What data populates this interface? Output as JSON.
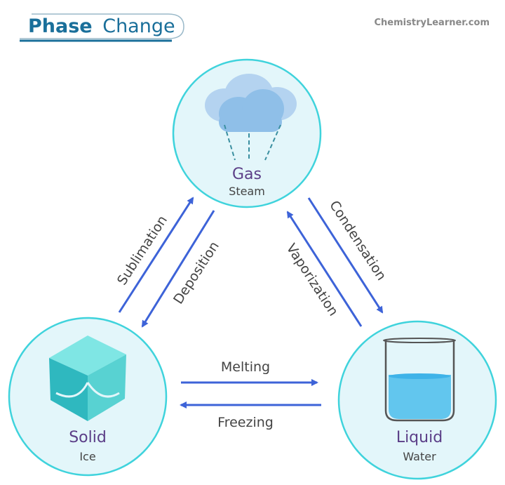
{
  "title": {
    "bold": "Phase",
    "light": "Change"
  },
  "site": "ChemistryLearner.com",
  "states": {
    "gas": {
      "name": "Gas",
      "example": "Steam"
    },
    "solid": {
      "name": "Solid",
      "example": "Ice"
    },
    "liquid": {
      "name": "Liquid",
      "example": "Water"
    }
  },
  "transitions": {
    "sublimation": "Sublimation",
    "deposition": "Deposition",
    "condensation": "Condensation",
    "vaporization": "Vaporization",
    "melting": "Melting",
    "freezing": "Freezing"
  },
  "colors": {
    "circle_fill": "#e3f6fa",
    "circle_stroke": "#3fd3dc",
    "arrow": "#3d63d8",
    "title": "#1a6f9a",
    "state_text": "#5b3e87"
  }
}
